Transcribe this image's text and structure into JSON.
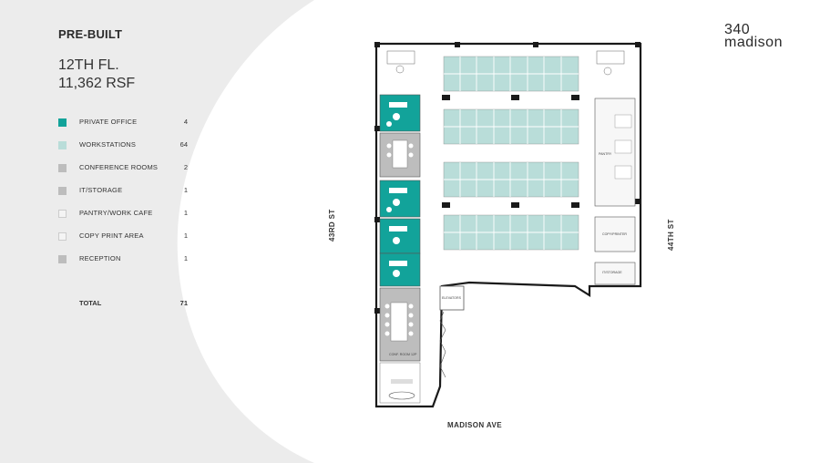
{
  "header": {
    "tag": "PRE-BUILT",
    "floor_line1": "12TH FL.",
    "floor_line2": "11,362 RSF"
  },
  "logo": {
    "line1": "340",
    "line2": "madison"
  },
  "legend": [
    {
      "label": "PRIVATE OFFICE",
      "count": "4",
      "color": "#12a39a"
    },
    {
      "label": "WORKSTATIONS",
      "count": "64",
      "color": "#b9ddd9"
    },
    {
      "label": "CONFERENCE ROOMS",
      "count": "2",
      "color": "#bdbdbd"
    },
    {
      "label": "IT/STORAGE",
      "count": "1",
      "color": "#bdbdbd"
    },
    {
      "label": "PANTRY/WORK CAFE",
      "count": "1",
      "color": "#f4f4f4"
    },
    {
      "label": "COPY PRINT AREA",
      "count": "1",
      "color": "#f4f4f4"
    },
    {
      "label": "RECEPTION",
      "count": "1",
      "color": "#bdbdbd"
    }
  ],
  "total": {
    "label": "TOTAL",
    "count": "71"
  },
  "streets": {
    "bottom": "MADISON AVE",
    "left": "43RD ST",
    "right": "44TH ST"
  },
  "plan_labels": {
    "pantry": "PANTRY",
    "copy": "COPY/PRINTER",
    "it": "IT/STORAGE",
    "conf": "CONF. ROOM 12P",
    "elevators": "ELEVATORS"
  },
  "colors": {
    "office": "#12a39a",
    "workstation": "#b9ddd9",
    "gray": "#bdbdbd",
    "wall": "#1a1a1a",
    "bg_curve": "#ececec"
  }
}
